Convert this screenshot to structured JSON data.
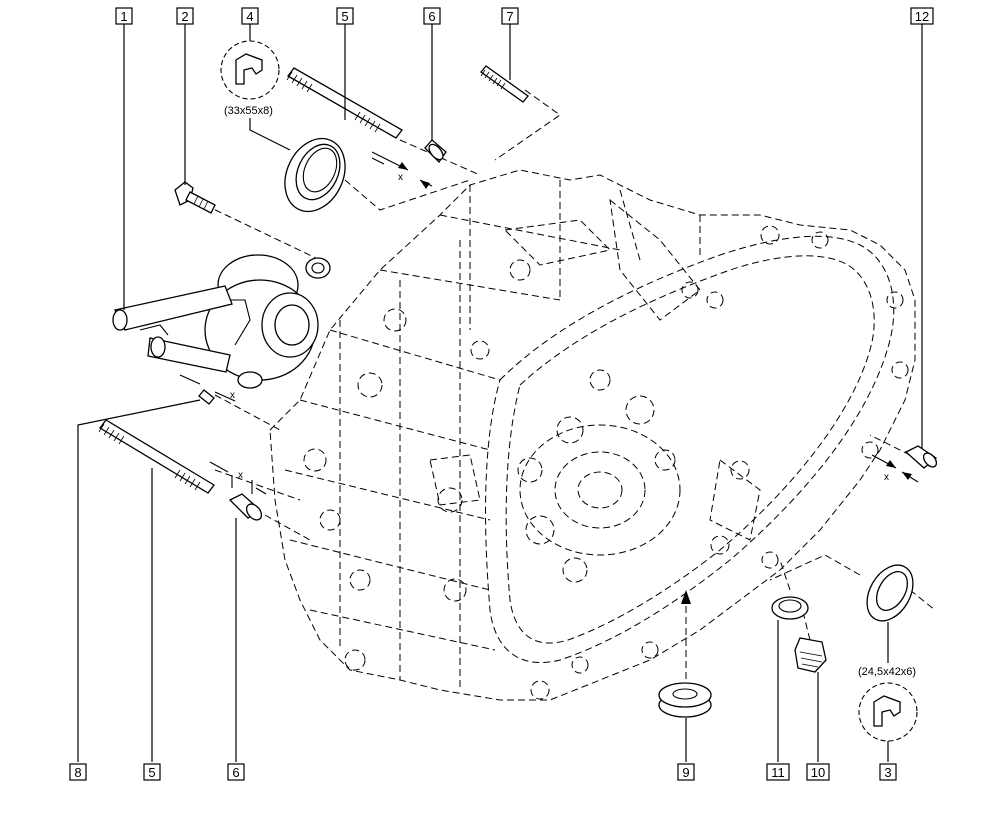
{
  "callouts": [
    {
      "id": "1",
      "label": "1"
    },
    {
      "id": "2",
      "label": "2"
    },
    {
      "id": "4",
      "label": "4"
    },
    {
      "id": "5a",
      "label": "5"
    },
    {
      "id": "6a",
      "label": "6"
    },
    {
      "id": "7",
      "label": "7"
    },
    {
      "id": "12",
      "label": "12"
    },
    {
      "id": "8",
      "label": "8"
    },
    {
      "id": "5b",
      "label": "5"
    },
    {
      "id": "6b",
      "label": "6"
    },
    {
      "id": "9",
      "label": "9"
    },
    {
      "id": "11",
      "label": "11"
    },
    {
      "id": "10",
      "label": "10"
    },
    {
      "id": "3",
      "label": "3"
    }
  ],
  "dimensions": {
    "seal_4": "(33x55x8)",
    "seal_3": "(24,5x42x6)"
  },
  "x_marks": [
    "x",
    "x",
    "x",
    "x"
  ]
}
